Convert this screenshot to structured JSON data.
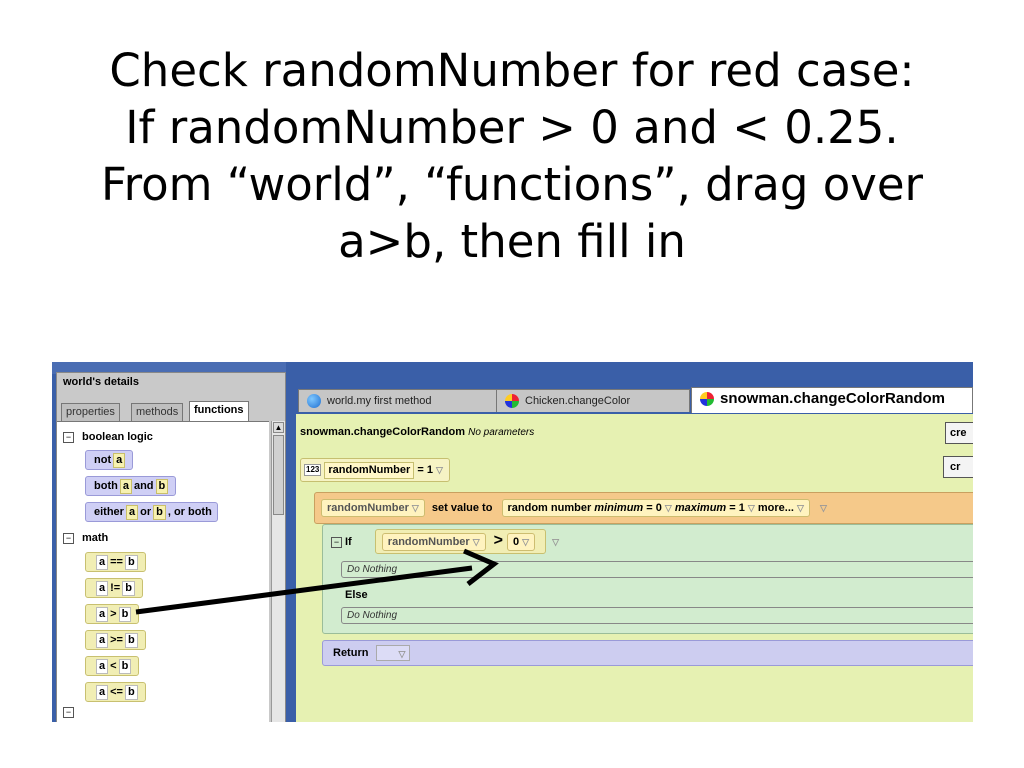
{
  "slide": {
    "title_lines": [
      "Check randomNumber for red case:",
      "If randomNumber > 0 and < 0.25.",
      "From “world”, “functions”, drag over",
      "a>b, then fill in"
    ]
  },
  "left_panel": {
    "header": "world's details",
    "tabs": [
      "properties",
      "methods",
      "functions"
    ],
    "active_tab": "functions",
    "categories": {
      "boolean": "boolean logic",
      "math": "math"
    },
    "boolean_tiles": {
      "not": "not",
      "not_arg": "a",
      "both": "both",
      "both_a": "a",
      "both_and": "and",
      "both_b": "b",
      "either": "either",
      "either_a": "a",
      "either_or": "or",
      "either_b": "b",
      "either_tail": ", or both"
    },
    "math_tiles": [
      {
        "a": "a",
        "op": "==",
        "b": "b"
      },
      {
        "a": "a",
        "op": "!=",
        "b": "b"
      },
      {
        "a": "a",
        "op": ">",
        "b": "b"
      },
      {
        "a": "a",
        "op": ">=",
        "b": "b"
      },
      {
        "a": "a",
        "op": "<",
        "b": "b"
      },
      {
        "a": "a",
        "op": "<=",
        "b": "b"
      }
    ]
  },
  "editor": {
    "tabs": [
      {
        "label": "world.my first method"
      },
      {
        "label": "Chicken.changeColor"
      },
      {
        "label": "snowman.changeColorRandom"
      }
    ],
    "method_name": "snowman.changeColorRandom",
    "params_note": "No parameters",
    "create_button": "cre",
    "create_button2": "cr",
    "var": {
      "type_icon": "123",
      "name": "randomNumber",
      "eq": "=",
      "value": "1"
    },
    "set_row": {
      "target": "randomNumber",
      "set_value": "set",
      "value_to": "value to",
      "func": "random number",
      "min_label": "minimum",
      "min_value": "= 0",
      "max_label": "maximum",
      "max_value": "= 1",
      "more": "more..."
    },
    "if_block": {
      "if_label": "If",
      "cond_var": "randomNumber",
      "cond_op": ">",
      "cond_value": "0",
      "do_nothing_1": "Do Nothing",
      "else_label": "Else",
      "do_nothing_2": "Do Nothing"
    },
    "return_label": "Return"
  },
  "colors": {
    "panel_blue": "#3a5fa8",
    "editor_green": "#e6f1b2",
    "set_orange": "#f5c98a",
    "if_green": "#d2eccf",
    "return_purple": "#cdcdf0"
  }
}
